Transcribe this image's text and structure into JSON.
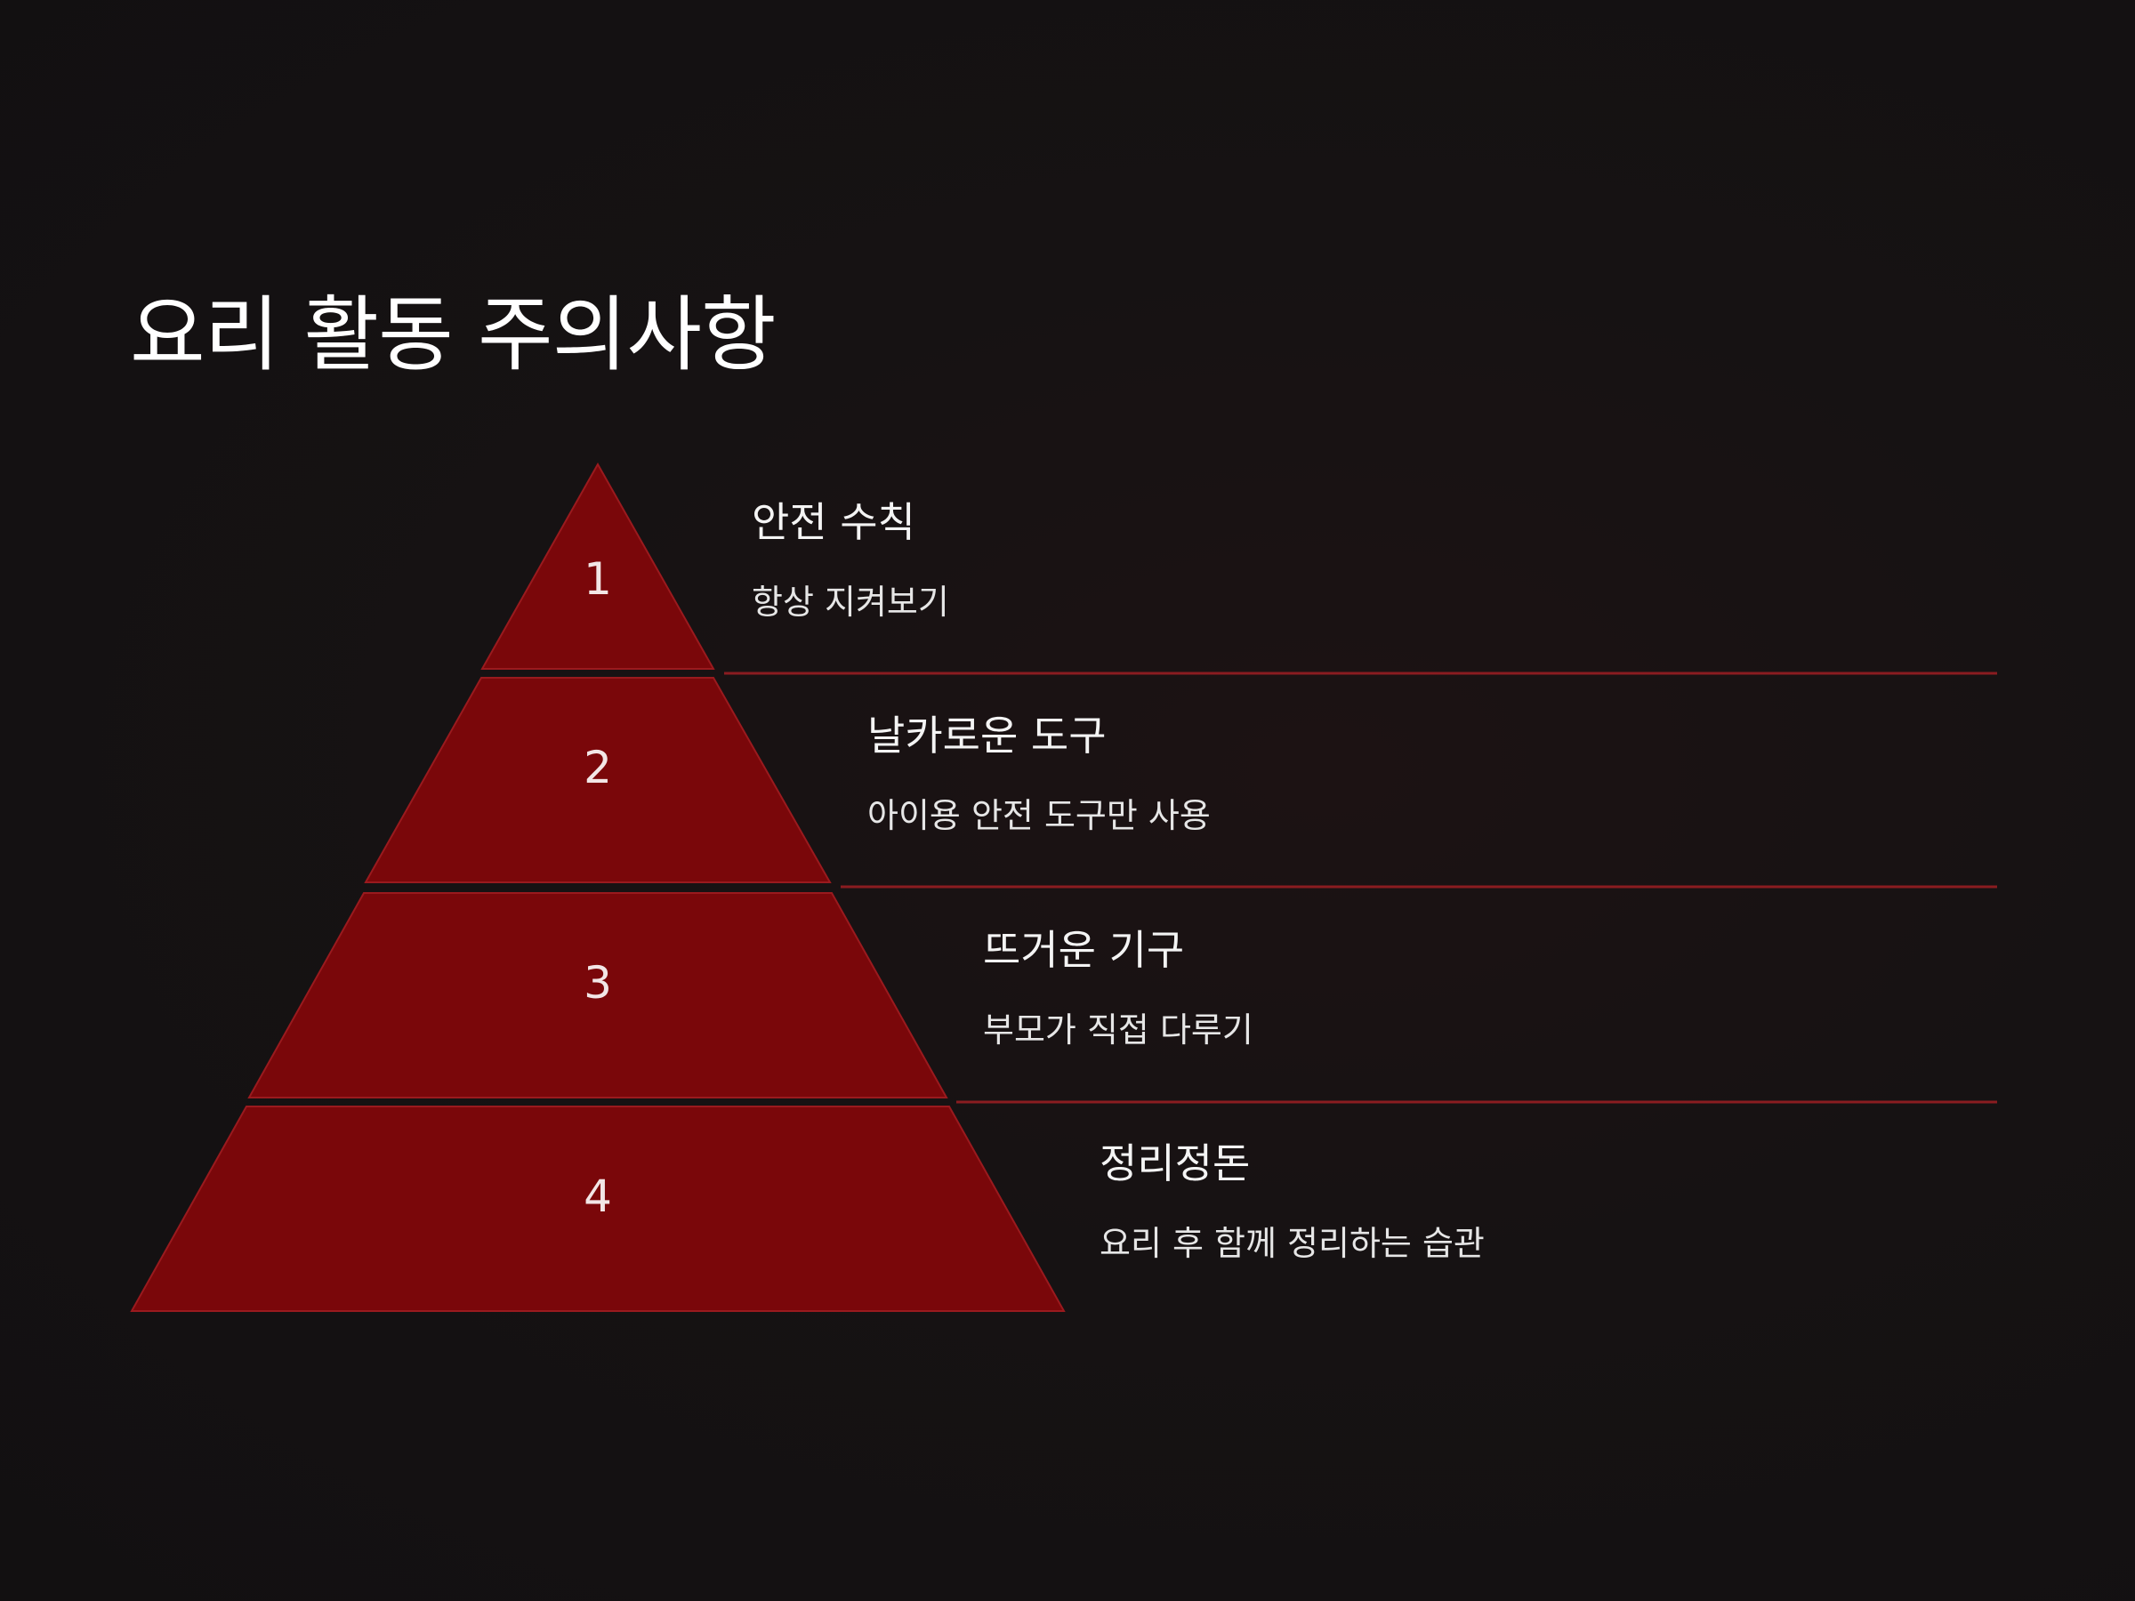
{
  "title": "요리 활동 주의사항",
  "colors": {
    "background": "#141112",
    "tier_fill": "#7a070a",
    "tier_stroke": "#9a1a1e",
    "divider": "#8a1c20",
    "text": "#ffffff"
  },
  "tiers": [
    {
      "number": "1",
      "heading": "안전 수칙",
      "description": "항상 지켜보기"
    },
    {
      "number": "2",
      "heading": "날카로운 도구",
      "description": "아이용 안전 도구만 사용"
    },
    {
      "number": "3",
      "heading": "뜨거운 기구",
      "description": "부모가 직접 다루기"
    },
    {
      "number": "4",
      "heading": "정리정돈",
      "description": "요리 후 함께 정리하는 습관"
    }
  ]
}
